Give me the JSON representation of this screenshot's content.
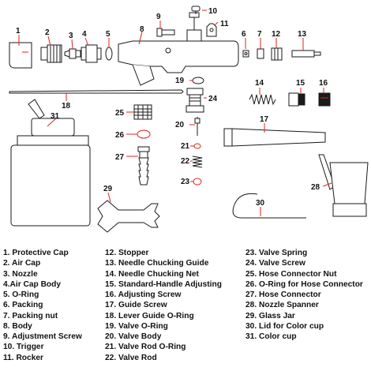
{
  "parts": [
    {
      "num": "1",
      "name": "Protective Cap"
    },
    {
      "num": "2",
      "name": "Air Cap"
    },
    {
      "num": "3",
      "name": "Nozzle"
    },
    {
      "num": "4",
      "name": "Air Cap Body"
    },
    {
      "num": "5",
      "name": "O-Ring"
    },
    {
      "num": "6",
      "name": "Packing"
    },
    {
      "num": "7",
      "name": "Packing nut"
    },
    {
      "num": "8",
      "name": "Body"
    },
    {
      "num": "9",
      "name": "Adjustment Screw"
    },
    {
      "num": "10",
      "name": "Trigger"
    },
    {
      "num": "11",
      "name": "Rocker"
    },
    {
      "num": "12",
      "name": "Stopper"
    },
    {
      "num": "13",
      "name": "Needle Chucking Guide"
    },
    {
      "num": "14",
      "name": "Needle Chucking Net"
    },
    {
      "num": "15",
      "name": "Standard-Handle Adjusting"
    },
    {
      "num": "16",
      "name": "Adjusting Screw"
    },
    {
      "num": "17",
      "name": "Guide Screw"
    },
    {
      "num": "18",
      "name": "Lever Guide O-Ring"
    },
    {
      "num": "19",
      "name": "Valve O-Ring"
    },
    {
      "num": "20",
      "name": "Valve Body"
    },
    {
      "num": "21",
      "name": "Valve Rod O-Ring"
    },
    {
      "num": "22",
      "name": "Valve Rod"
    },
    {
      "num": "23",
      "name": "Valve Spring"
    },
    {
      "num": "24",
      "name": "Valve Screw"
    },
    {
      "num": "25",
      "name": "Hose Connector Nut"
    },
    {
      "num": "26",
      "name": "O-Ring for Hose Connector"
    },
    {
      "num": "27",
      "name": "Hose Connector"
    },
    {
      "num": "28",
      "name": "Nozzle Spanner"
    },
    {
      "num": "29",
      "name": "Glass Jar"
    },
    {
      "num": "30",
      "name": "Lid for Color cup"
    },
    {
      "num": "31",
      "name": "Color cup"
    }
  ],
  "colors": {
    "accent": "#e2231a",
    "line": "#1a1a1a",
    "text": "#111111"
  }
}
